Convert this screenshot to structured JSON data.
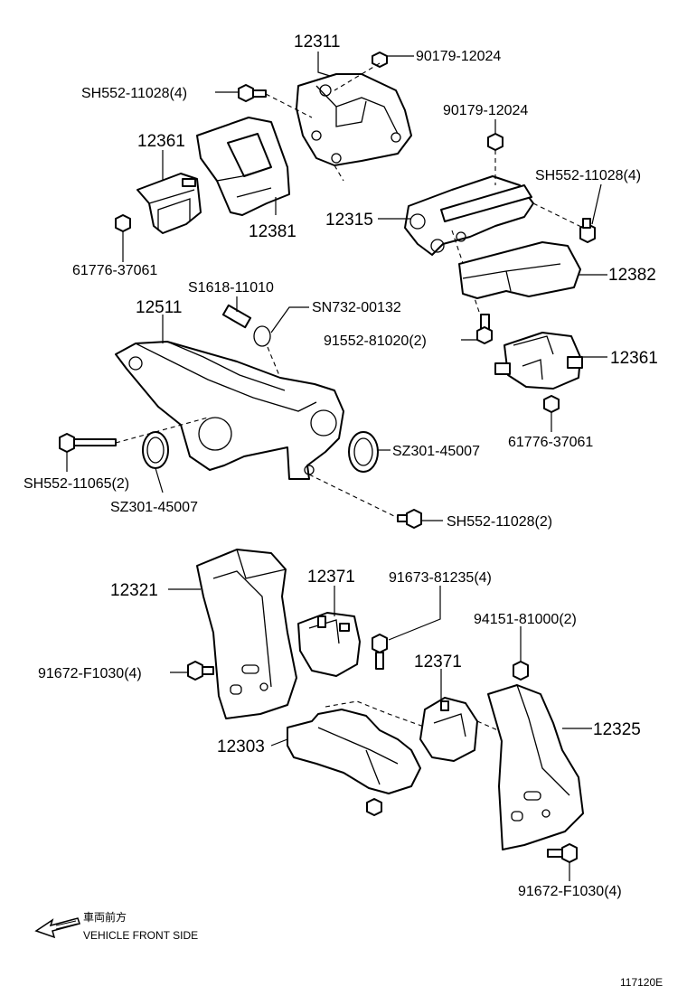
{
  "labels": {
    "p12311": "12311",
    "p90179a": "90179-12024",
    "pSH552a": "SH552-11028(4)",
    "p12361a": "12361",
    "p12381": "12381",
    "p61776a": "61776-37061",
    "p90179b": "90179-12024",
    "pSH552b": "SH552-11028(4)",
    "p12315": "12315",
    "p12382": "12382",
    "pS1618": "S1618-11010",
    "pSN732": "SN732-00132",
    "p12511": "12511",
    "p91552": "91552-81020(2)",
    "p12361b": "12361",
    "p61776b": "61776-37061",
    "pSZ301a": "SZ301-45007",
    "pSH552c": "SH552-11065(2)",
    "pSZ301b": "SZ301-45007",
    "pSH552d": "SH552-11028(2)",
    "p12321": "12321",
    "p12371a": "12371",
    "p91673": "91673-81235(4)",
    "p94151": "94151-81000(2)",
    "p91672a": "91672-F1030(4)",
    "p12371b": "12371",
    "p12325": "12325",
    "p12303": "12303",
    "p91672b": "91672-F1030(4)"
  },
  "legend": {
    "japanese": "車両前方",
    "english": "VEHICLE FRONT SIDE"
  },
  "diagram_id": "117120E"
}
